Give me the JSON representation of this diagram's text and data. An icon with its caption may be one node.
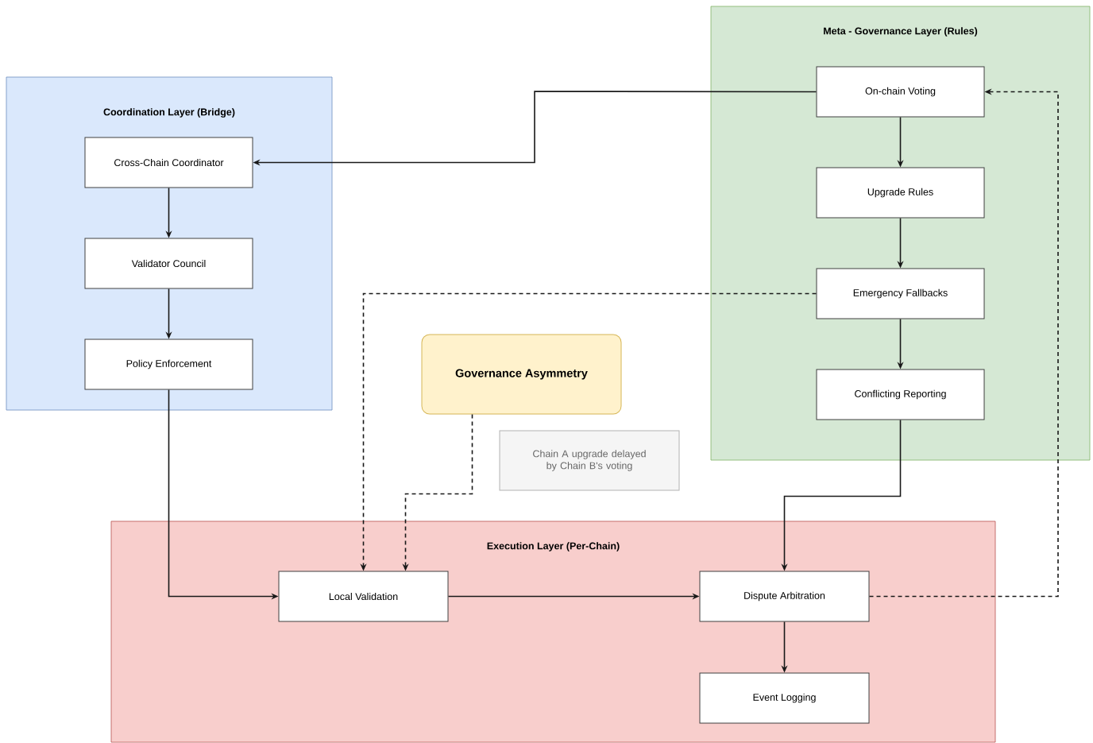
{
  "diagram": {
    "nodes": [
      {
        "text": [
          "Coordination Layer (Bridge)"
        ]
      },
      {
        "text": [
          "Cross-Chain Coordinator"
        ],
        "in": 0
      },
      {
        "text": [
          "Validator Council"
        ],
        "in": 0
      },
      {
        "text": [
          "Policy Enforcement"
        ],
        "in": 0
      },
      {
        "text": [
          "Meta - Governance Layer (Rules)"
        ]
      },
      {
        "text": [
          "On-chain Voting"
        ],
        "in": 4
      },
      {
        "text": [
          "Upgrade Rules"
        ],
        "in": 4
      },
      {
        "text": [
          "Emergency Fallbacks"
        ],
        "in": 4
      },
      {
        "text": [
          "Conflicting Reporting"
        ],
        "in": 4
      },
      {
        "text": [
          "Governance Asymmetry"
        ]
      },
      {
        "text": [
          "Chain A upgrade delayed by Chain B's voting"
        ]
      },
      {
        "text": [
          "Execution Layer (Per-Chain)"
        ]
      },
      {
        "text": [
          "Local Validation"
        ],
        "in": 11
      },
      {
        "text": [
          "Dispute Arbitration"
        ],
        "in": 11
      },
      {
        "text": [
          "Event Logging"
        ],
        "in": 11
      }
    ],
    "edges": [
      {
        "from": 5,
        "to": 1,
        "arrow": "to"
      },
      {
        "from": 1,
        "to": 2,
        "arrow": "to"
      },
      {
        "from": 2,
        "to": 3,
        "arrow": "to"
      },
      {
        "from": 5,
        "to": 6,
        "arrow": "to"
      },
      {
        "from": 6,
        "to": 7,
        "arrow": "to"
      },
      {
        "from": 7,
        "to": 8,
        "arrow": "to"
      },
      {
        "from": 3,
        "to": 12,
        "arrow": "to"
      },
      {
        "from": 7,
        "to": 12,
        "arrow": "to",
        "style": "dashed"
      },
      {
        "from": 9,
        "to": 12,
        "arrow": "to",
        "style": "dashed"
      },
      {
        "from": 8,
        "to": 13,
        "arrow": "to"
      },
      {
        "from": 12,
        "to": 13,
        "arrow": "to"
      },
      {
        "from": 13,
        "to": 14,
        "arrow": "to"
      },
      {
        "from": 13,
        "to": 5,
        "arrow": "to",
        "style": "dashed"
      }
    ]
  }
}
